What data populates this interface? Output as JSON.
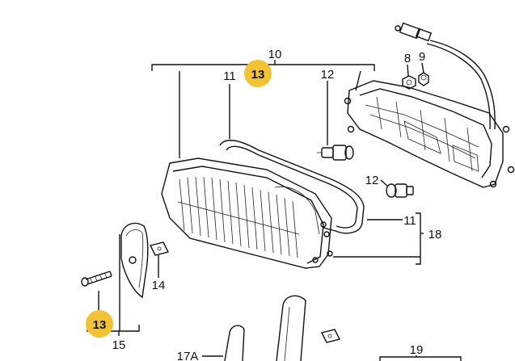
{
  "diagram": {
    "labels": {
      "l10": "10",
      "l13_top": "13",
      "l11_top": "11",
      "l12_top": "12",
      "l8": "8",
      "l9": "9",
      "l12_right": "12",
      "l11_right": "11",
      "l18": "18",
      "l14": "14",
      "l13_bottom": "13",
      "l15": "15",
      "l17a": "17A",
      "l19": "19"
    },
    "highlight_color": "#f2c230",
    "ink_color": "#111111"
  }
}
